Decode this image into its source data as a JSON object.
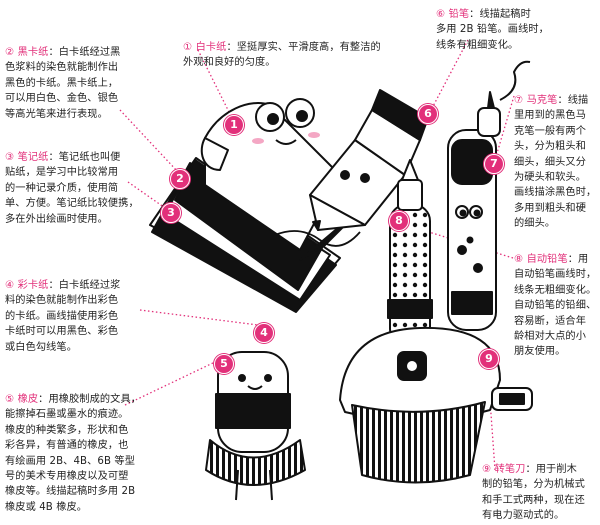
{
  "annotations": [
    {
      "num": "①",
      "title": "白卡纸",
      "lines": [
        "：坚挺厚实、平滑度高，有整洁的",
        "外观和良好的匀度。"
      ]
    },
    {
      "num": "②",
      "title": "黑卡纸",
      "lines": [
        "：白卡纸经过黑",
        "色浆料的染色就能制作出",
        "黑色的卡纸。黑卡纸上，",
        "可以用白色、金色、银色",
        "等高光笔来进行表现。"
      ]
    },
    {
      "num": "③",
      "title": "笔记纸",
      "lines": [
        "：笔记纸也叫便",
        "贴纸，是学习中比较常用",
        "的一种记录介质，使用简",
        "单、方便。笔记纸比较便携，",
        "多在外出绘画时使用。"
      ]
    },
    {
      "num": "④",
      "title": "彩卡纸",
      "lines": [
        "：白卡纸经过浆",
        "料的染色就能制作出彩色",
        "的卡纸。画线描使用彩色",
        "卡纸时可以用黑色、彩色",
        "或白色勾线笔。"
      ]
    },
    {
      "num": "⑤",
      "title": "橡皮",
      "lines": [
        "：用橡胶制成的文具，",
        "能擦掉石墨或墨水的痕迹。",
        "橡皮的种类繁多，形状和色",
        "彩各异，有普通的橡皮，也",
        "有绘画用 2B、4B、6B 等型",
        "号的美术专用橡皮以及可塑",
        "橡皮等。线描起稿时多用 2B",
        "橡皮或 4B 橡皮。"
      ]
    },
    {
      "num": "⑥",
      "title": "铅笔",
      "lines": [
        "：线描起稿时",
        "多用 2B 铅笔。画线时，",
        "线条有粗细变化。"
      ]
    },
    {
      "num": "⑦",
      "title": "马克笔",
      "lines": [
        "：线描",
        "里用到的黑色马",
        "克笔一般有两个",
        "头，分为粗头和",
        "细头，细头又分",
        "为硬头和软头。",
        "画线描涂黑色时，",
        "多用到粗头和硬",
        "的细头。"
      ]
    },
    {
      "num": "⑧",
      "title": "自动铅笔",
      "lines": [
        "：用",
        "自动铅笔画线时，",
        "线条无粗细变化。",
        "自动铅笔的铅细、",
        "容易断，适合年",
        "龄相对大点的小",
        "朋友使用。"
      ]
    },
    {
      "num": "⑨",
      "title": "转笔刀",
      "lines": [
        "：用于削木",
        "制的铅笔，分为机械式",
        "和手工式两种，现在还",
        "有电力驱动式的。"
      ]
    }
  ],
  "markers": [
    "1",
    "2",
    "3",
    "4",
    "5",
    "6",
    "7",
    "8",
    "9"
  ],
  "colors": {
    "accent": "#e2307a",
    "ink": "#111111"
  }
}
